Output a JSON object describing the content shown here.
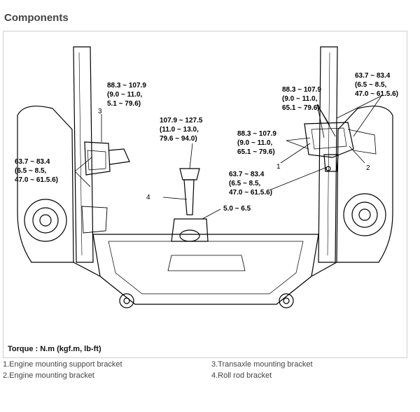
{
  "header": {
    "title": "Components"
  },
  "torque_units": "Torque : N.m (kgf.m, lb-ft)",
  "callouts": {
    "left_upper": [
      "88.3 ~ 107.9",
      "(9.0 ~ 11.0,",
      "5.1 ~ 79.6)"
    ],
    "left_lower": [
      "63.7 ~ 83.4",
      "(6.5 ~ 8.5,",
      "47.0 ~ 61.5.6)"
    ],
    "center": [
      "107.9 ~ 127.5",
      "(11.0 ~ 13.0,",
      "79.6 ~ 94.0)"
    ],
    "center_small": [
      "5.0 ~ 6.5"
    ],
    "right_top": [
      "63.7 ~ 83.4",
      "(6.5 ~ 8.5,",
      "47.0 ~ 61.5.6)"
    ],
    "right_upper": [
      "88.3 ~ 107.9",
      "(9.0 ~ 11.0,",
      "65.1 ~ 79.6)"
    ],
    "right_mid": [
      "88.3 ~ 107.9",
      "(9.0 ~ 11.0,",
      "65.1 ~ 79.6)"
    ],
    "right_low": [
      "63.7 ~ 83.4",
      "(6.5 ~ 8.5,",
      "47.0 ~ 61.5.6)"
    ]
  },
  "part_numbers": {
    "n1": "1",
    "n2": "2",
    "n3": "3",
    "n4": "4"
  },
  "legend": {
    "item1": "1.Engine mounting support bracket",
    "item2": "2.Engine mounting bracket",
    "item3": "3.Transaxle mounting bracket",
    "item4": "4.Roll rod bracket"
  }
}
